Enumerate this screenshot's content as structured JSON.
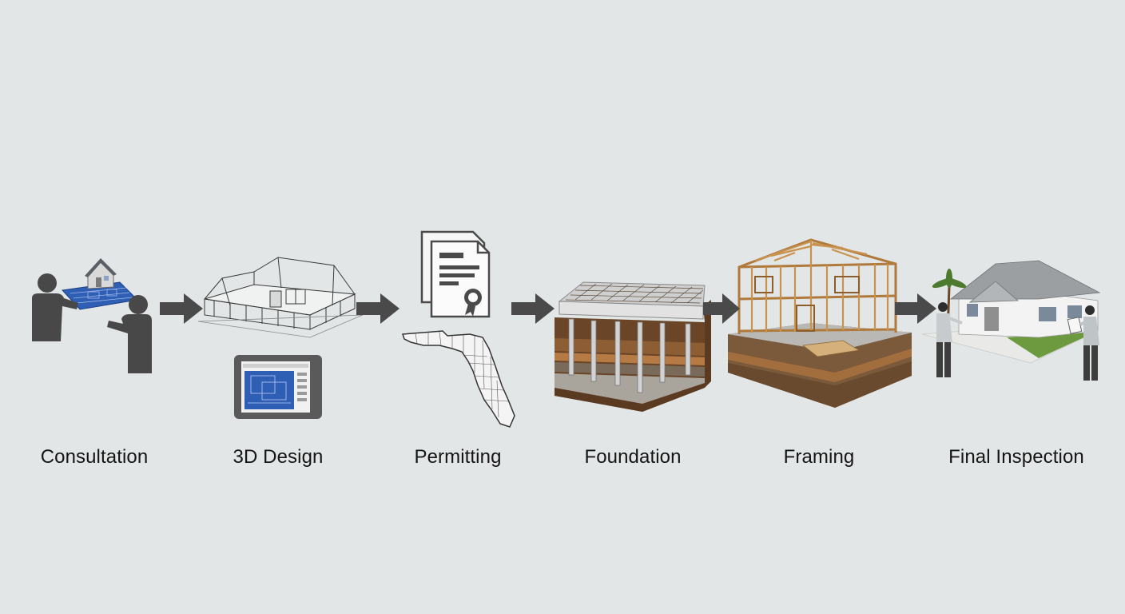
{
  "process": {
    "steps": [
      {
        "label": "Consultation",
        "icon": "consultation-people-house-icon"
      },
      {
        "label": "3D Design",
        "icon": "3d-house-wireframe-tablet-icon"
      },
      {
        "label": "Permitting",
        "icon": "permit-documents-florida-map-icon"
      },
      {
        "label": "Foundation",
        "icon": "foundation-cross-section-icon"
      },
      {
        "label": "Framing",
        "icon": "house-framing-icon"
      },
      {
        "label": "Final Inspection",
        "icon": "final-inspection-house-icon"
      }
    ],
    "arrow_count": 5
  },
  "colors": {
    "background": "#e3e6e6",
    "arrow": "#4a4a4a",
    "people": "#484848",
    "blueprint_blue": "#2f5fb5",
    "wood": "#c9924f",
    "soil_brown": "#6b4528"
  }
}
